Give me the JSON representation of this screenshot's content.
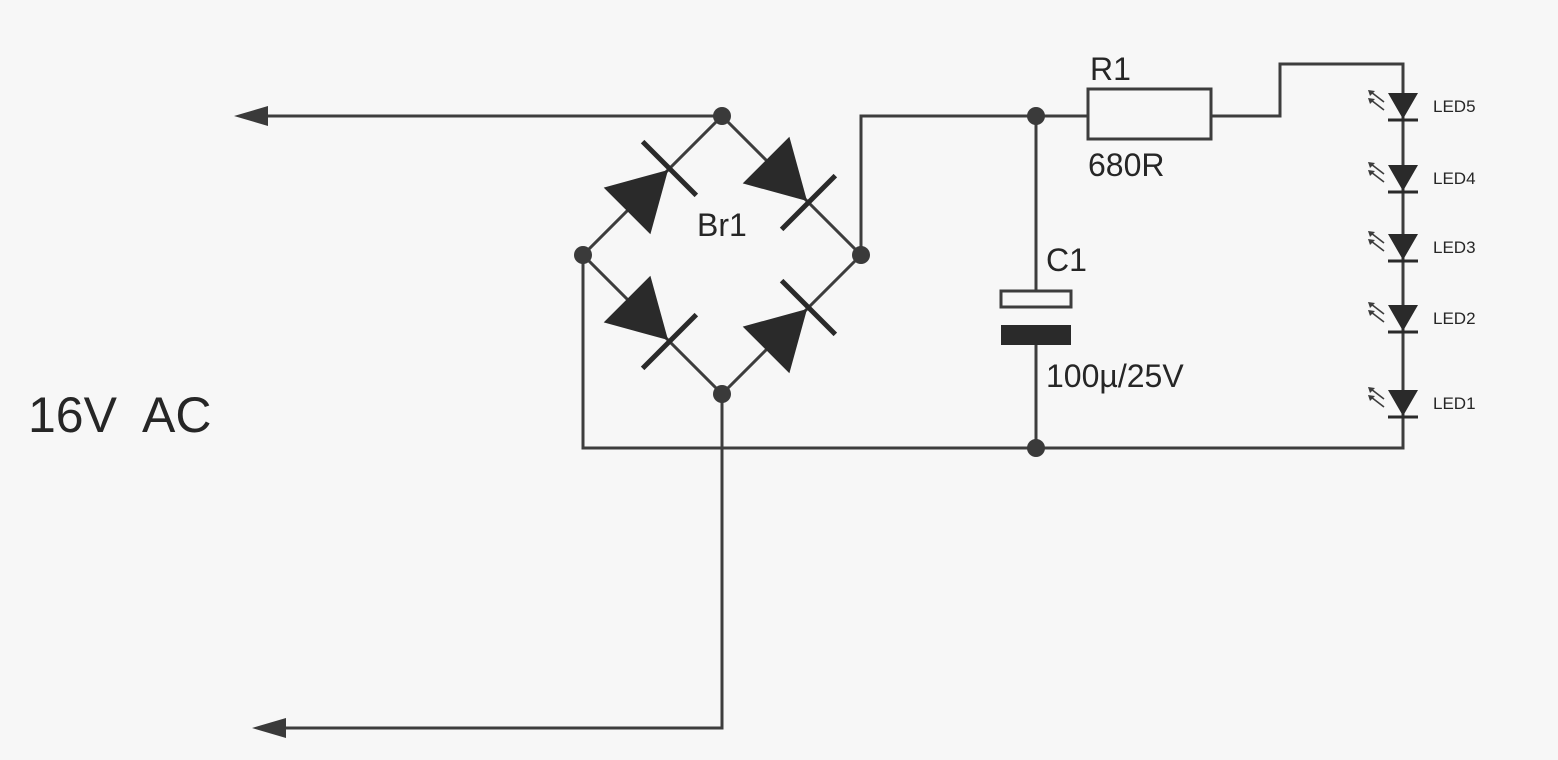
{
  "supply": {
    "label": "16V  AC"
  },
  "bridge": {
    "label": "Br1"
  },
  "resistor": {
    "name": "R1",
    "value": "680R"
  },
  "capacitor": {
    "name": "C1",
    "value": "100µ/25V"
  },
  "leds": [
    {
      "label": "LED5"
    },
    {
      "label": "LED4"
    },
    {
      "label": "LED3"
    },
    {
      "label": "LED2"
    },
    {
      "label": "LED1"
    }
  ],
  "colors": {
    "background": "#f7f7f7",
    "ink": "#2a2a2a"
  }
}
